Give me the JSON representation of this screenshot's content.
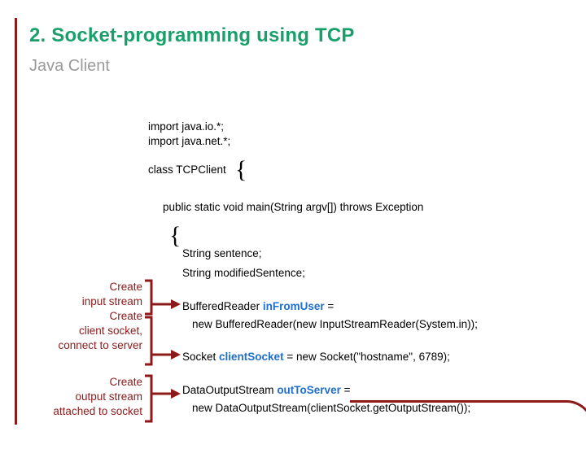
{
  "slide": {
    "title": "2. Socket-programming using TCP",
    "subtitle": "Java Client",
    "accent_title_color": "#18a06a",
    "accent_subtitle_color": "#9a9a9a",
    "accent_rule_color": "#8c1a1a",
    "code_highlight_color": "#1f6fd0"
  },
  "code": {
    "import_io": "import java.io.*;",
    "import_net": "import java.net.*;",
    "class_decl": "class TCPClient",
    "class_brace": "{",
    "main_decl": "public static void main(String argv[]) throws Exception",
    "main_brace": "{",
    "var_sentence": "String sentence;",
    "var_modified": "String modifiedSentence;",
    "buffered_reader_line1_pre": "BufferedReader ",
    "buffered_reader_var": "inFromUser",
    "buffered_reader_line1_post": " =",
    "buffered_reader_line2": "new BufferedReader(new InputStreamReader(System.in));",
    "socket_line_pre": "Socket ",
    "socket_var": "clientSocket",
    "socket_line_post": " = new Socket(\"hostname\", 6789);",
    "outstream_line1_pre": "DataOutputStream ",
    "outstream_var": "outToServer",
    "outstream_line1_post": " =",
    "outstream_line2": "new DataOutputStream(clientSocket.getOutputStream());"
  },
  "annotations": [
    {
      "name": "create-input-stream",
      "line1": "Create",
      "line2": "input stream"
    },
    {
      "name": "create-client-socket",
      "line1": "Create",
      "line2": "client socket,",
      "line3": "connect to server"
    },
    {
      "name": "create-output-stream",
      "line1": "Create",
      "line2": "output stream",
      "line3": "attached to socket"
    }
  ]
}
